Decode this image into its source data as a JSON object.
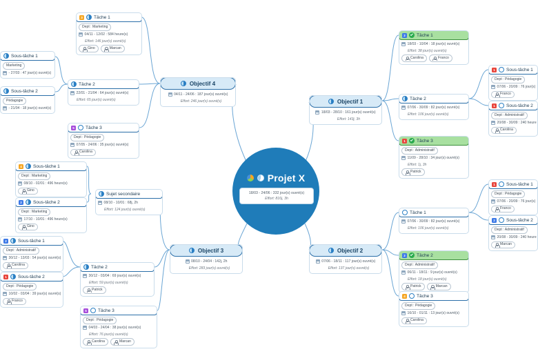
{
  "center": {
    "title": "Projet X",
    "dates": "18/03 - 24/06 : 332 jour(s) ouvré(s)",
    "effort": "Effort: 816j, 3h",
    "icons": [
      "pie-multicolor-icon",
      "progress-half-icon"
    ]
  },
  "nodes": {
    "obj4": {
      "title": "Objectif 4",
      "dates": "04/11 - 24/06 : 187 jour(s) ouvré(s)",
      "effort": "Effort: 246 jour(s) ouvré(s)",
      "icon": "progress-half-icon"
    },
    "obj1": {
      "title": "Objectif 1",
      "dates": "18/03 - 28/10 : 161 jour(s) ouvré(s)",
      "effort": "Effort: 143j, 3h",
      "icon": "progress-half-icon"
    },
    "obj3": {
      "title": "Objectif 3",
      "dates": "08/10 - 24/04 : 142j, 2h",
      "effort": "Effort: 283 jour(s) ouvré(s)",
      "icon": "progress-half-icon"
    },
    "obj2": {
      "title": "Objectif 2",
      "dates": "07/06 - 18/11 : 117 jour(s) ouvré(s)",
      "effort": "Effort: 137 jour(s) ouvré(s)",
      "icon": "progress-half-icon"
    },
    "sujet": {
      "title": "Sujet secondaire",
      "dates": "08/10 - 10/01 : 68j, 2h",
      "effort": "Effort: 124 jour(s) ouvré(s)",
      "icon": "progress-half-icon"
    },
    "t1_tl": {
      "title": "Tâche 1",
      "priority": "3",
      "dept": "Dept : Marketing",
      "dates": "04/11 - 12/02 : 584 heure(s)",
      "effort": "Effort: 146 jour(s) ouvré(s)",
      "people": [
        "Gino",
        "Marcan"
      ],
      "icon": "progress-half-icon"
    },
    "t2_tl": {
      "title": "Tâche 2",
      "dates": "22/01 - 21/04 : 64 jour(s) ouvré(s)",
      "effort": "Effort: 65 jour(s) ouvré(s)",
      "icon": "progress-half-icon"
    },
    "t3_tl": {
      "title": "Tâche 3",
      "priority": "5",
      "dept": "Dept : Pédagogie",
      "dates": "07/05 - 24/06 : 35 jour(s) ouvré(s)",
      "people": [
        "Carolina"
      ],
      "icon": "progress-empty-icon"
    },
    "st1_tl": {
      "title": "Sous-tâche 1",
      "dept": "Marketing",
      "dates": "- 27/03 : 47 jour(s) ouvré(s)",
      "icon": "progress-half-icon"
    },
    "st2_tl": {
      "title": "Sous-tâche 2",
      "dept": "Pédagogie",
      "dates": "- 21/04 : 18 jour(s) ouvré(s)",
      "icon": "progress-half-icon"
    },
    "st1_ml": {
      "title": "Sous-tâche 1",
      "priority": "4",
      "dept": "Dept : Marketing",
      "dates": "08/10 - 02/01 : 496 heure(s)",
      "people": [
        "Gino"
      ],
      "icon": "progress-half-icon"
    },
    "st2_ml": {
      "title": "Sous-tâche 2",
      "priority": "2",
      "dept": "Dept : Marketing",
      "dates": "17/10 - 10/01 : 496 heure(s)",
      "people": [
        "Gino"
      ],
      "icon": "progress-half-icon"
    },
    "st1_bl": {
      "title": "Sous-tâche 1",
      "priority": "2",
      "dept": "Dept : Administratif",
      "dates": "30/12 - 13/03 : 54 jour(s) ouvré(s)",
      "people": [
        "Carolina"
      ],
      "icon": "progress-half-icon"
    },
    "st2_bl": {
      "title": "Sous-tâche 2",
      "priority": "1",
      "dept": "Dept : Pédagogie",
      "dates": "10/02 - 03/04 : 39 jour(s) ouvré(s)",
      "people": [
        "Franco"
      ],
      "icon": "progress-half-icon"
    },
    "t2_bl": {
      "title": "Tâche 2",
      "dates": "30/12 - 03/04 : 69 jour(s) ouvré(s)",
      "effort": "Effort: 59 jour(s) ouvré(s)",
      "people": [
        "Patrick"
      ],
      "icon": "progress-half-icon"
    },
    "t3_bl": {
      "title": "Tâche 3",
      "priority": "5",
      "dept": "Dept : Pédagogie",
      "dates": "04/03 - 24/04 : 38 jour(s) ouvré(s)",
      "effort": "Effort: 76 jour(s) ouvré(s)",
      "people": [
        "Carolina",
        "Marcan"
      ],
      "icon": "progress-empty-icon"
    },
    "t1_tr": {
      "title": "Tâche 1",
      "priority": "2",
      "done": true,
      "dates": "18/03 - 10/04 : 18 jour(s) ouvré(s)",
      "effort": "Effort: 38 jour(s) ouvré(s)",
      "people": [
        "Carolina",
        "Franco"
      ],
      "icon": "check-icon"
    },
    "t2_tr": {
      "title": "Tâche 2",
      "dates": "07/06 - 30/09 : 82 jour(s) ouvré(s)",
      "effort": "Effort: 106 jour(s) ouvré(s)",
      "icon": "progress-half-icon"
    },
    "t3_tr": {
      "title": "Tâche 3",
      "priority": "1",
      "done": true,
      "dept": "Dept : Administratif",
      "dates": "11/09 - 28/10 : 34 jour(s) ouvré(s)",
      "effort": "Effort: 1j, 3h",
      "people": [
        "Patrick"
      ],
      "icon": "check-icon"
    },
    "st1_tr": {
      "title": "Sous-tâche 1",
      "priority": "1",
      "dept": "Dept : Pédagogie",
      "dates": "07/06 - 20/09 : 76 jour(s)",
      "people": [
        "Franco"
      ],
      "icon": "progress-empty-icon"
    },
    "st2_tr": {
      "title": "Sous-tâche 2",
      "priority": "1",
      "dept": "Dept : Administratif",
      "dates": "20/08 - 30/09 : 240 heure",
      "people": [
        "Carolina"
      ],
      "icon": "progress-empty-icon"
    },
    "t1_br": {
      "title": "Tâche 1",
      "dates": "07/06 - 30/09 : 82 jour(s) ouvré(s)",
      "effort": "Effort: 106 jour(s) ouvré(s)",
      "icon": "progress-empty-icon"
    },
    "t2_br": {
      "title": "Tâche 2",
      "priority": "2",
      "done": true,
      "dept": "Dept : Administratif",
      "dates": "06/11 - 18/11 : 9 jour(s) ouvré(s)",
      "effort": "Effort: 18 jour(s) ouvré(s)",
      "people": [
        "Patrick",
        "Marcan"
      ],
      "icon": "check-icon"
    },
    "t3_br": {
      "title": "Tâche 3",
      "priority": "4",
      "dept": "Dept : Pédagogie",
      "dates": "16/10 - 01/11 : 13 jour(s) ouvré(s)",
      "people": [
        "Carolina"
      ],
      "icon": "progress-empty-icon"
    },
    "st1_br": {
      "title": "Sous-tâche 1",
      "priority": "1",
      "dept": "Dept : Pédagogie",
      "dates": "07/06 - 20/09 : 76 jour(s)",
      "people": [
        "Franco"
      ],
      "icon": "progress-empty-icon"
    },
    "st2_br": {
      "title": "Sous-tâche 2",
      "priority": "2",
      "dept": "Dept : Administratif",
      "dates": "20/08 - 30/09 : 240 heure",
      "people": [
        "Marcan"
      ],
      "icon": "progress-empty-icon"
    }
  },
  "colors": {
    "center": "#1f7cb9",
    "node_border": "#2a6ea8",
    "objective_bg": "#d7eaf7",
    "done_bg": "#a8e0a0",
    "link": "#5b9bd0"
  }
}
